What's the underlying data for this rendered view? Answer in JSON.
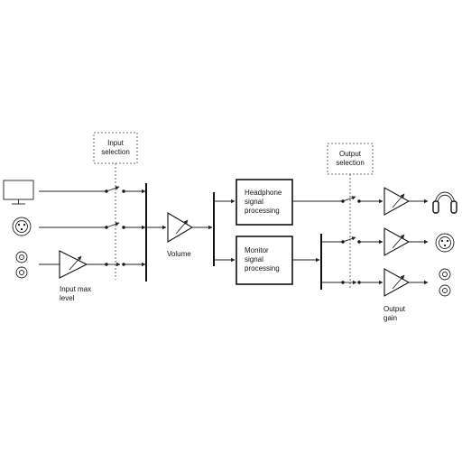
{
  "labels": {
    "input_selection_line1": "Input",
    "input_selection_line2": "selection",
    "output_selection_line1": "Output",
    "output_selection_line2": "selection",
    "input_max_level_line1": "Input max",
    "input_max_level_line2": "level",
    "volume": "Volume",
    "headphone_line1": "Headphone",
    "headphone_line2": "signal",
    "headphone_line3": "processing",
    "monitor_line1": "Monitor",
    "monitor_line2": "signal",
    "monitor_line3": "processing",
    "output_gain_line1": "Output",
    "output_gain_line2": "gain"
  },
  "icons": {
    "inputs": [
      "monitor-screen-icon",
      "xlr-connector-icon",
      "rca-connectors-icon"
    ],
    "outputs": [
      "headphones-icon",
      "xlr-connector-icon",
      "rca-connectors-icon"
    ]
  }
}
